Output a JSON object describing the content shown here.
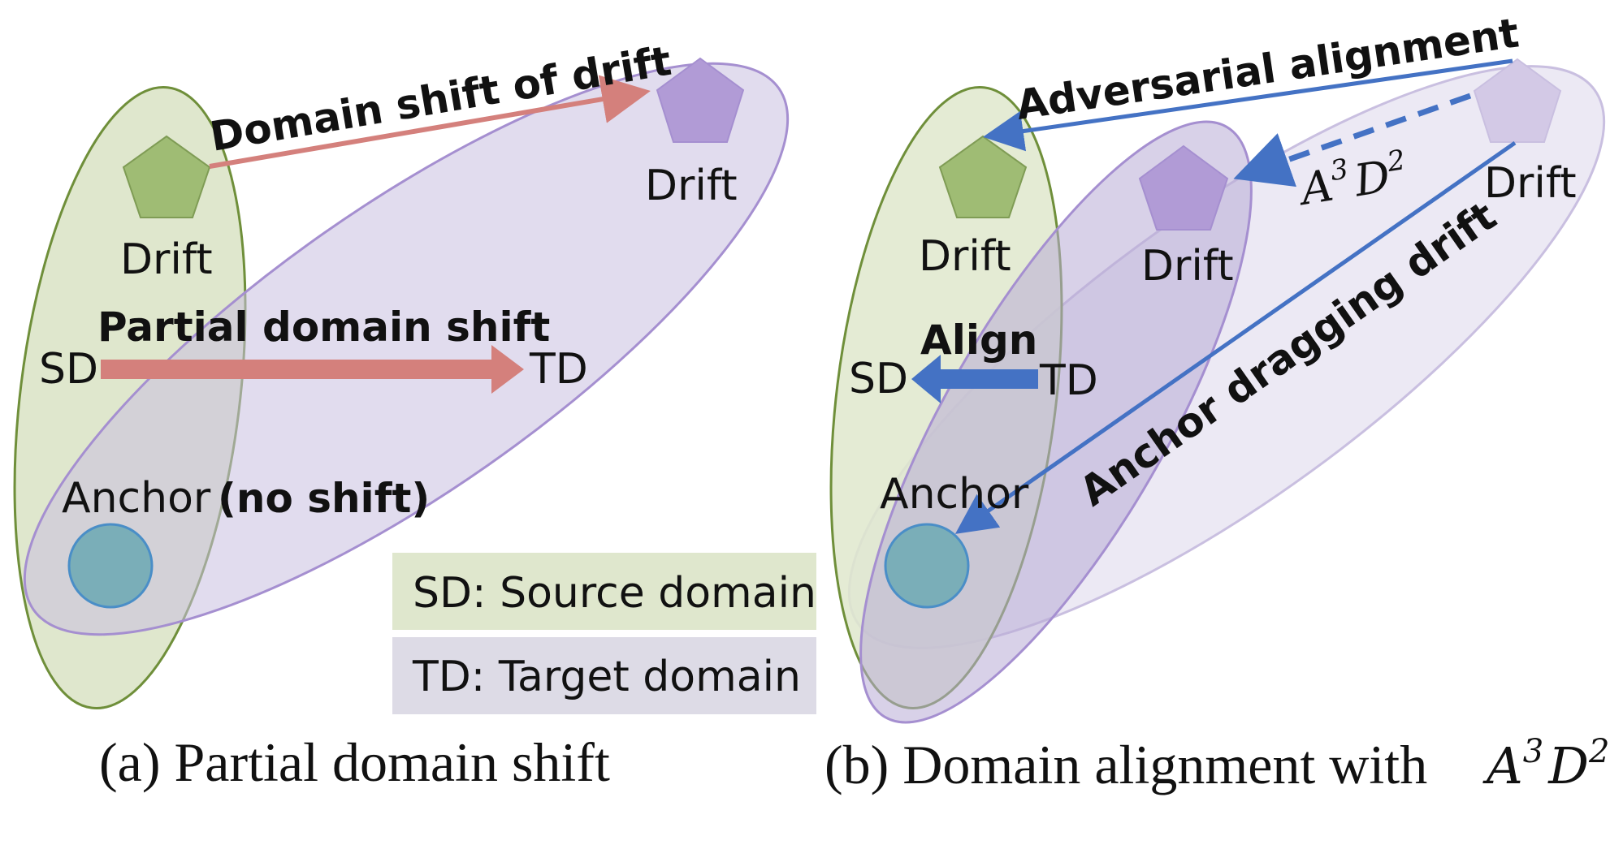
{
  "panel_a": {
    "source_drift_label": "Drift",
    "target_drift_label": "Drift",
    "domain_shift_of_drift_label": "Domain shift of drift",
    "partial_domain_shift_label": "Partial domain shift",
    "sd_label": "SD",
    "td_label": "TD",
    "anchor_label": "Anchor",
    "no_shift_label": "(no shift)",
    "caption": "(a) Partial domain shift"
  },
  "legend": {
    "source_entry": "SD: Source domain",
    "target_entry": "TD: Target domain"
  },
  "panel_b": {
    "source_drift_label": "Drift",
    "aligned_drift_label": "Drift",
    "target_drift_label": "Drift",
    "adversarial_alignment_label": "Adversarial alignment",
    "anchor_dragging_drift_label": "Anchor dragging drift",
    "align_label": "Align",
    "sd_label": "SD",
    "td_label": "TD",
    "anchor_label": "Anchor",
    "method_letter_a": "A",
    "method_exp_a": "3",
    "method_letter_d": "D",
    "method_exp_d": "2",
    "caption_prefix": "(b) Domain alignment with"
  },
  "colors": {
    "source_fill": "#dfe7cd",
    "source_stroke": "#6f8f3a",
    "target_fill": "#c9bfe0",
    "target_stroke": "#a58fd0",
    "shift_arrow": "#d4807c",
    "align_arrow": "#4472c4",
    "source_drift": "#9fbc74",
    "target_drift": "#b19bd6",
    "anchor": "#7aaeb8",
    "legend_source_bg": "#dfe7cd",
    "legend_target_bg": "#dddbe6"
  }
}
